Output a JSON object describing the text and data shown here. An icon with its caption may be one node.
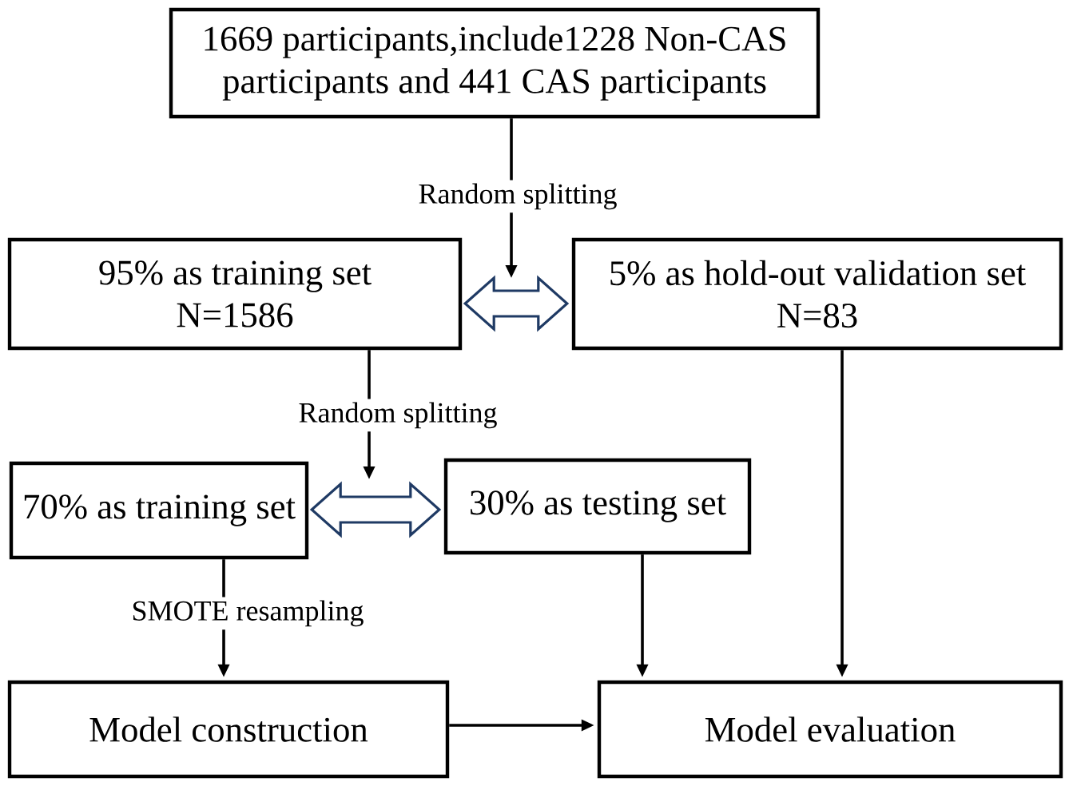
{
  "diagram": {
    "nodes": [
      {
        "text": [
          "1669 participants,include1228 Non-CAS participants and 441 CAS participants"
        ]
      },
      {
        "text": [
          "95% as training set N=1586"
        ]
      },
      {
        "text": [
          "5% as hold-out validation set N=83"
        ]
      },
      {
        "text": [
          "70% as training set"
        ]
      },
      {
        "text": [
          "30% as testing set"
        ]
      },
      {
        "text": [
          "Model construction"
        ]
      },
      {
        "text": [
          "Model evaluation"
        ]
      }
    ],
    "edges": [
      {
        "from": 0,
        "to": null,
        "arrow": "to",
        "label": "Random splitting"
      },
      {
        "from": 1,
        "to": 2,
        "arrow": "both",
        "style": "thick",
        "color": "#1f3a64"
      },
      {
        "from": 1,
        "to": null,
        "arrow": "to",
        "label": "Random splitting"
      },
      {
        "from": 3,
        "to": 4,
        "arrow": "both",
        "style": "thick",
        "color": "#1f3a64"
      },
      {
        "from": 3,
        "to": 5,
        "arrow": "to",
        "label": "SMOTE resampling"
      },
      {
        "from": 4,
        "to": 6,
        "arrow": "to"
      },
      {
        "from": 2,
        "to": 6,
        "arrow": "to"
      },
      {
        "from": 5,
        "to": 6,
        "arrow": "to"
      }
    ]
  }
}
